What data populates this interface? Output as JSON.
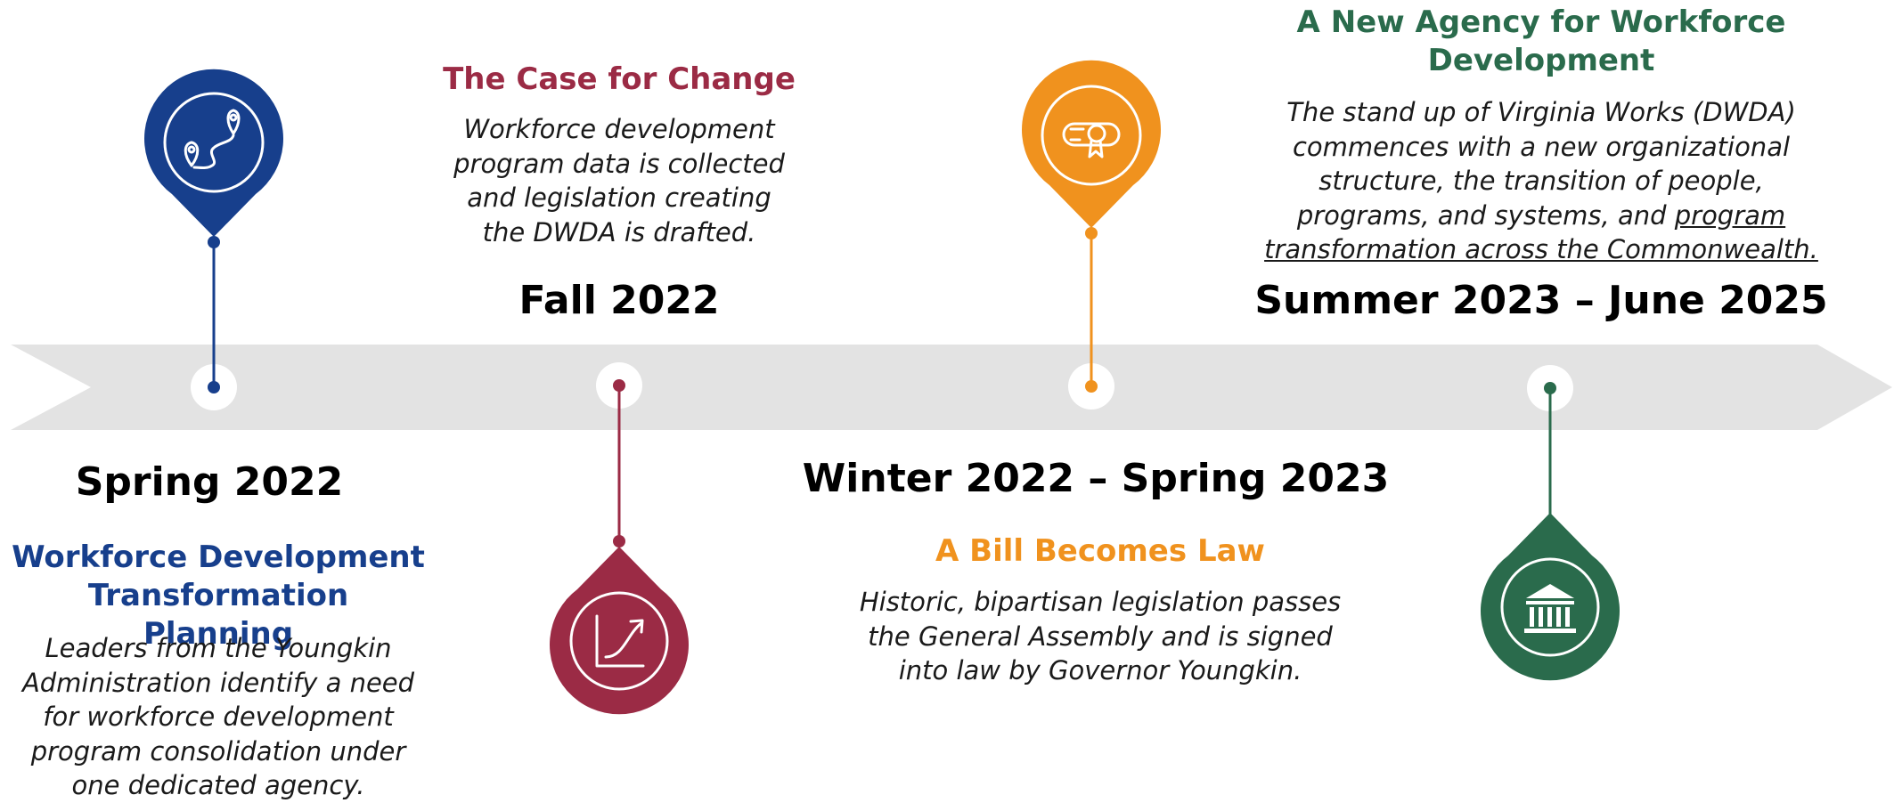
{
  "colors": {
    "arrow": "#e3e3e3",
    "blue": "#173f8c",
    "crimson": "#9b2b45",
    "orange": "#f0921e",
    "green": "#2a6b4c"
  },
  "milestones": [
    {
      "period": "Spring 2022",
      "title": "Workforce Development Transformation Planning",
      "description": "Leaders from the Youngkin Administration identify a need for workforce development program consolidation under one dedicated agency.",
      "icon": "map-route-icon",
      "color": "blue"
    },
    {
      "period": "Fall 2022",
      "title": "The Case for Change",
      "description": "Workforce development program data is collected and legislation creating the DWDA is drafted.",
      "icon": "rising-chart-icon",
      "color": "crimson"
    },
    {
      "period": "Winter 2022 – Spring 2023",
      "title": "A Bill Becomes Law",
      "description": "Historic, bipartisan legislation passes the General Assembly and is signed into law by Governor Youngkin.",
      "icon": "diploma-scroll-icon",
      "color": "orange"
    },
    {
      "period": "Summer 2023 – June 2025",
      "title": "A New Agency for Workforce Development",
      "description": "The stand up of Virginia Works (DWDA) commences with a new organizational structure, the transition of people, programs, and systems, and",
      "description_link": "program transformation across the Commonwealth.",
      "icon": "government-building-icon",
      "color": "green"
    }
  ]
}
